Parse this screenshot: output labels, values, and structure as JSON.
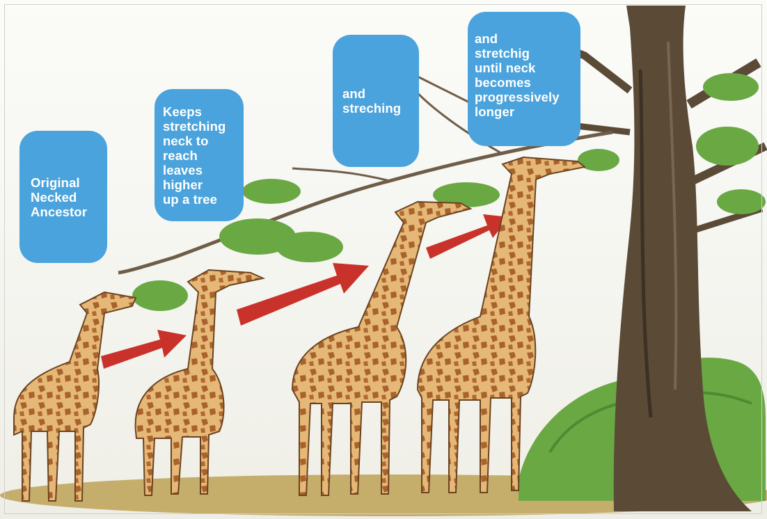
{
  "diagram": {
    "stages": [
      {
        "label": "Original\nNecked\nAncestor"
      },
      {
        "label": "Keeps\nstretching\nneck to\nreach\nleaves\nhigher\nup a tree"
      },
      {
        "label": "and\nstreching"
      },
      {
        "label": "and\nstretchig\nuntil neck\nbecomes\nprogressively\nlonger"
      }
    ],
    "colors": {
      "bubble": "#4aa3dc",
      "arrow": "#c8322a",
      "giraffe_body": "#e6b877",
      "giraffe_spots": "#a8622c",
      "ground": "#c5ae6c",
      "foliage": "#6aa844",
      "bark": "#5a4a36"
    }
  }
}
